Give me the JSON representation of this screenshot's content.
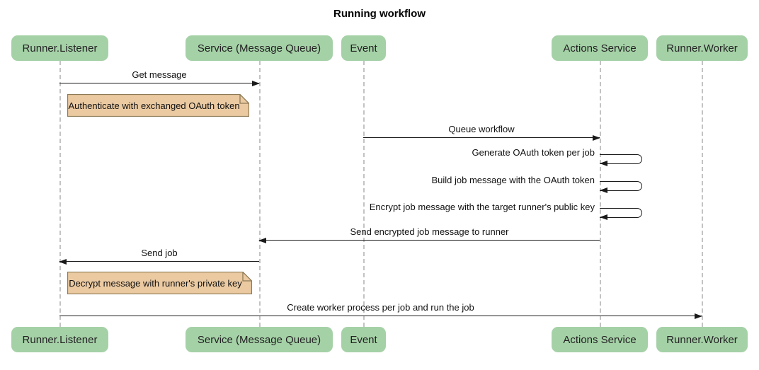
{
  "title": "Running workflow",
  "participants": [
    {
      "label": "Runner.Listener"
    },
    {
      "label": "Service (Message Queue)"
    },
    {
      "label": "Event"
    },
    {
      "label": "Actions Service"
    },
    {
      "label": "Runner.Worker"
    }
  ],
  "messages": [
    {
      "from": "Runner.Listener",
      "to": "Service (Message Queue)",
      "label": "Get message"
    },
    {
      "from": "Event",
      "to": "Actions Service",
      "label": "Queue workflow"
    },
    {
      "from": "Actions Service",
      "to": "Actions Service",
      "label": "Generate OAuth token per job"
    },
    {
      "from": "Actions Service",
      "to": "Actions Service",
      "label": "Build job message with the OAuth token"
    },
    {
      "from": "Actions Service",
      "to": "Actions Service",
      "label": "Encrypt job message with the target runner's public key"
    },
    {
      "from": "Actions Service",
      "to": "Service (Message Queue)",
      "label": "Send encrypted job message to runner"
    },
    {
      "from": "Service (Message Queue)",
      "to": "Runner.Listener",
      "label": "Send job"
    },
    {
      "from": "Runner.Listener",
      "to": "Runner.Worker",
      "label": "Create worker process per job and run the job"
    }
  ],
  "notes": [
    {
      "over": "Runner.Listener",
      "label": "Authenticate with exchanged OAuth token"
    },
    {
      "over": "Runner.Listener",
      "label": "Decrypt message with runner's private key"
    }
  ],
  "colors": {
    "actor_fill": "#a5d1a7",
    "actor_text": "#222222",
    "note_fill": "#ebcaa2",
    "note_border": "#8d7b57",
    "lifeline": "#c3c3c3",
    "arrow": "#1a1a1a",
    "bg": "#ffffff"
  }
}
